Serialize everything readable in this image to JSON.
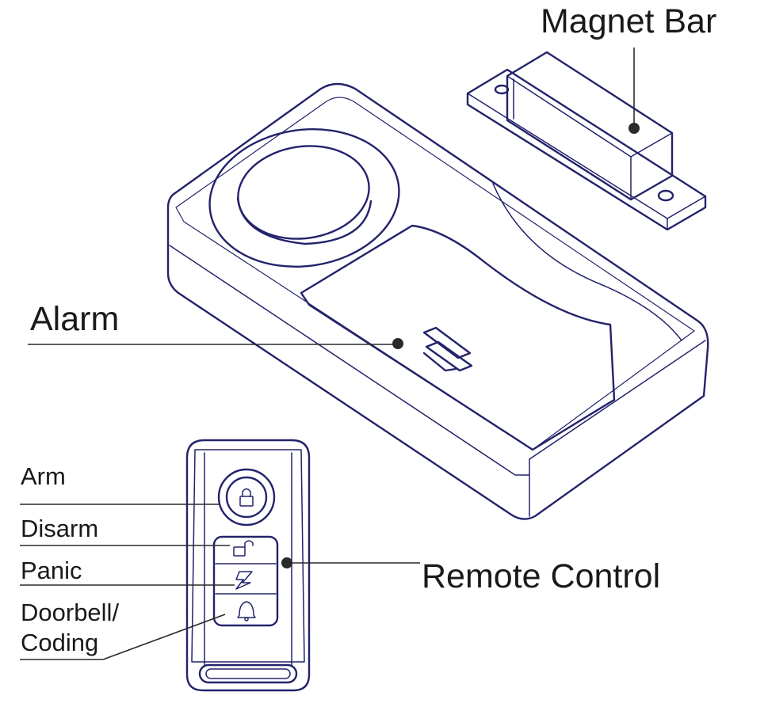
{
  "labels": {
    "magnet_bar": "Magnet Bar",
    "alarm": "Alarm",
    "remote_control": "Remote Control",
    "arm": "Arm",
    "disarm": "Disarm",
    "panic": "Panic",
    "doorbell": "Doorbell/",
    "coding": "Coding"
  },
  "colors": {
    "outline": "#23236b",
    "leader": "#2a2a2a",
    "background": "#ffffff"
  },
  "icons": [
    "lock-icon",
    "unlock-icon",
    "lightning-icon",
    "bell-icon"
  ]
}
